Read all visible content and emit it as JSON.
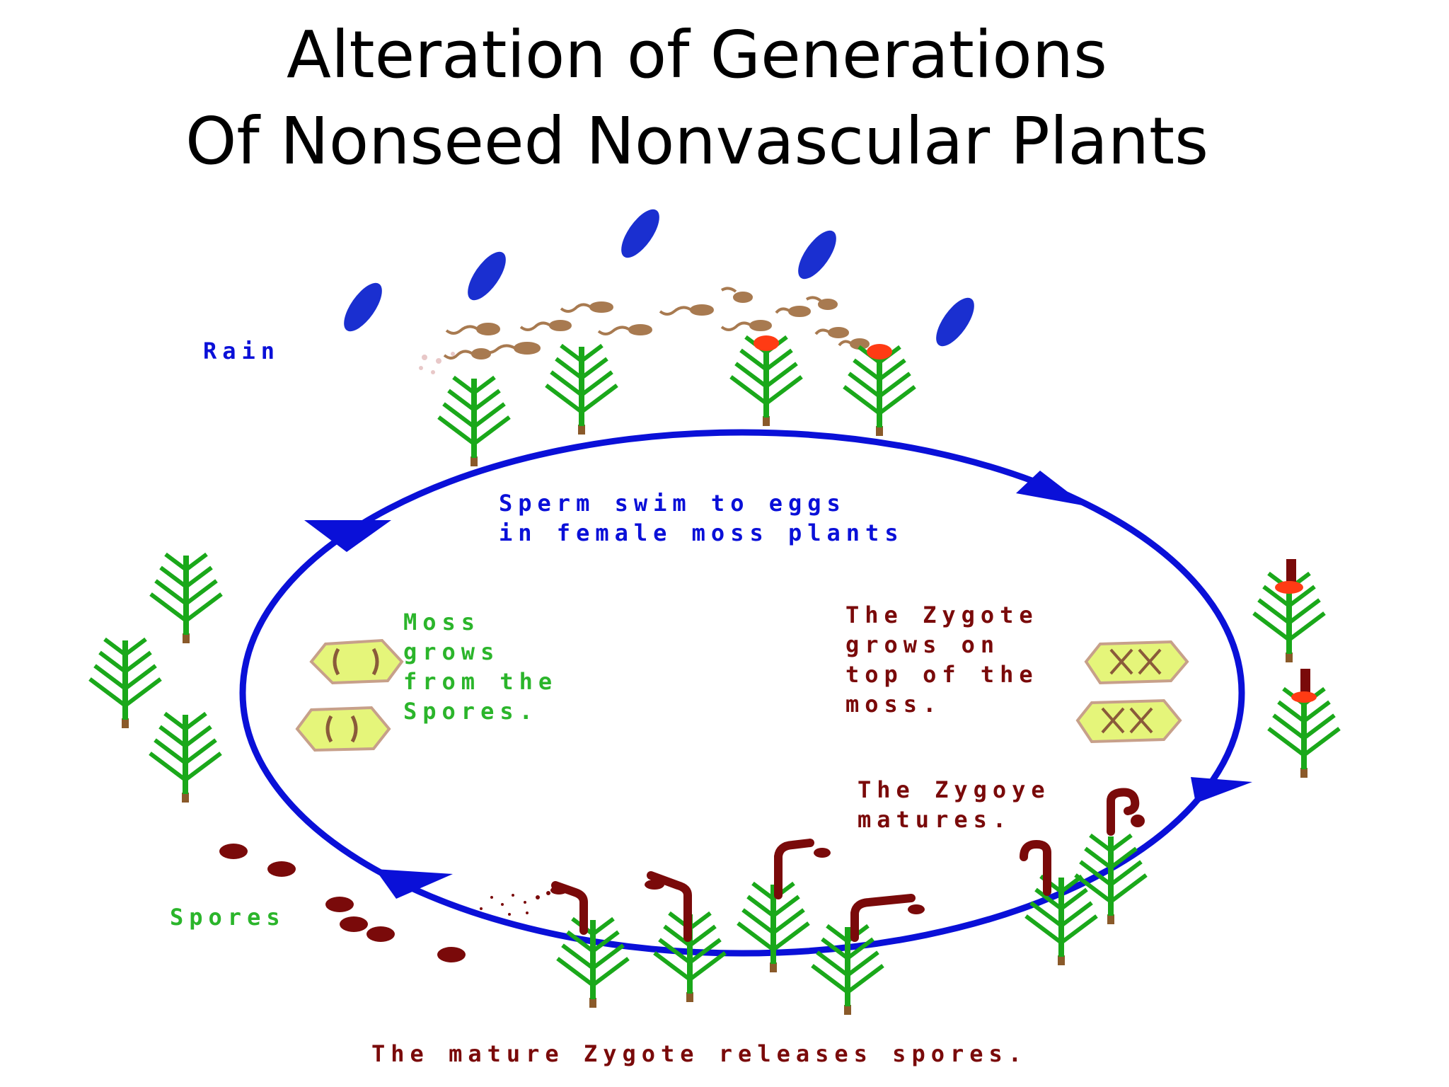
{
  "title": {
    "line1": "Alteration of Generations",
    "line2": "Of Nonseed Nonvascular Plants"
  },
  "labels": {
    "rain": "Rain",
    "sperm": "Sperm swim to eggs\nin female moss plants",
    "moss_grows": "Moss\ngrows\nfrom the\nSpores.",
    "zygote_grows": "The Zygote\ngrows on\ntop of the\nmoss.",
    "zygote_matures": "The Zygoye\nmatures.",
    "spores": "Spores",
    "releases": "The mature Zygote releases spores."
  },
  "colors": {
    "cycle_blue": "#0a10d8",
    "moss_green": "#1aa81a",
    "label_green": "#2bb52b",
    "maroon": "#7a0a0a",
    "raindrop_blue": "#1a2fd0",
    "sperm_brown": "#a87a50",
    "egg_red": "#ff3b14",
    "spore_fill": "#e5f57a"
  }
}
